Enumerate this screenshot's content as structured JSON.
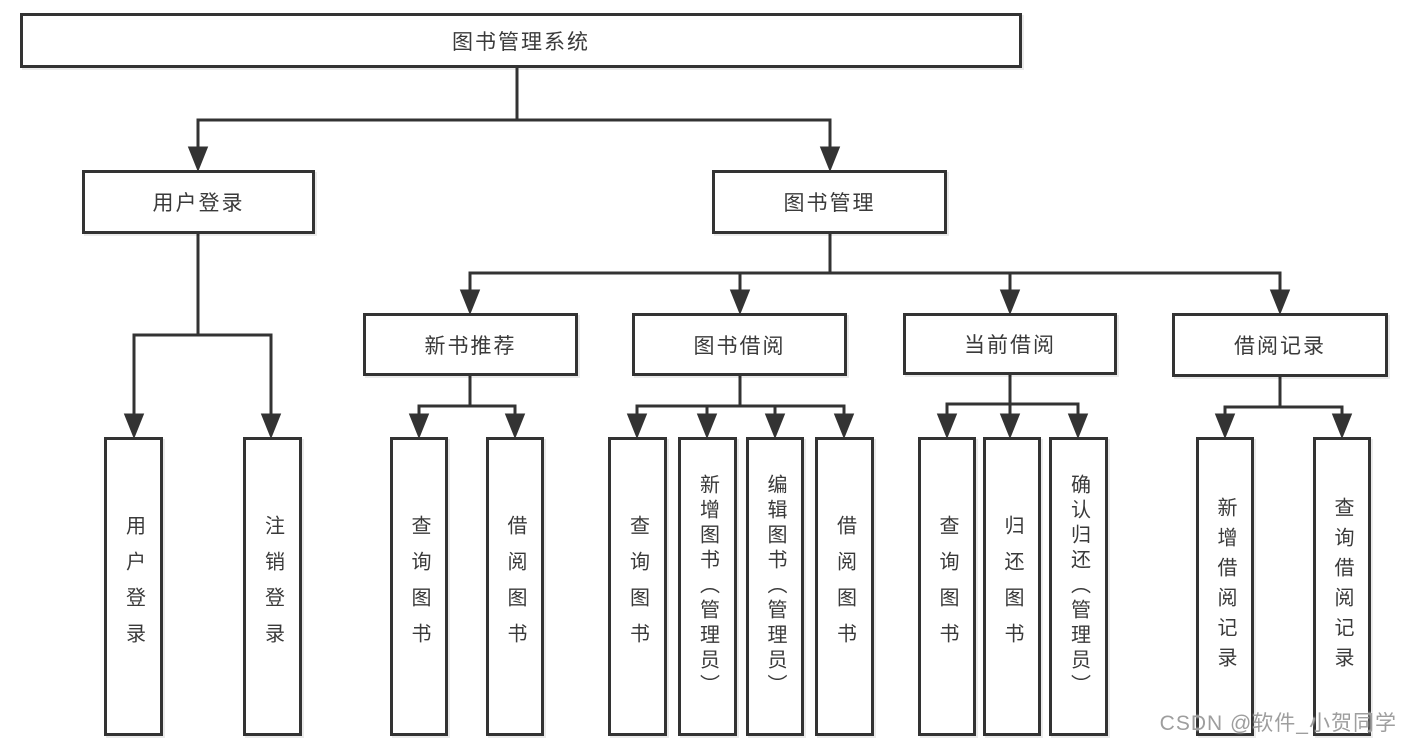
{
  "diagram": {
    "type": "hierarchy-tree",
    "tree": {
      "label": "图书管理系统",
      "children": [
        {
          "label": "用户登录",
          "children": [
            {
              "label": "用户登录"
            },
            {
              "label": "注销登录"
            }
          ]
        },
        {
          "label": "图书管理",
          "children": [
            {
              "label": "新书推荐",
              "children": [
                {
                  "label": "查询图书"
                },
                {
                  "label": "借阅图书"
                }
              ]
            },
            {
              "label": "图书借阅",
              "children": [
                {
                  "label": "查询图书"
                },
                {
                  "label": "新增图书（管理员）"
                },
                {
                  "label": "编辑图书（管理员）"
                },
                {
                  "label": "借阅图书"
                }
              ]
            },
            {
              "label": "当前借阅",
              "children": [
                {
                  "label": "查询图书"
                },
                {
                  "label": "归还图书"
                },
                {
                  "label": "确认归还（管理员）"
                }
              ]
            },
            {
              "label": "借阅记录",
              "children": [
                {
                  "label": "新增借阅记录"
                },
                {
                  "label": "查询借阅记录"
                }
              ]
            }
          ]
        }
      ]
    }
  },
  "watermark": {
    "text": "CSDN @软件_小贺同学"
  },
  "colors": {
    "line": "#333333",
    "border": "#333333",
    "text": "#3a3a3a",
    "watermark": "#9e9e9e",
    "background": "#ffffff"
  }
}
